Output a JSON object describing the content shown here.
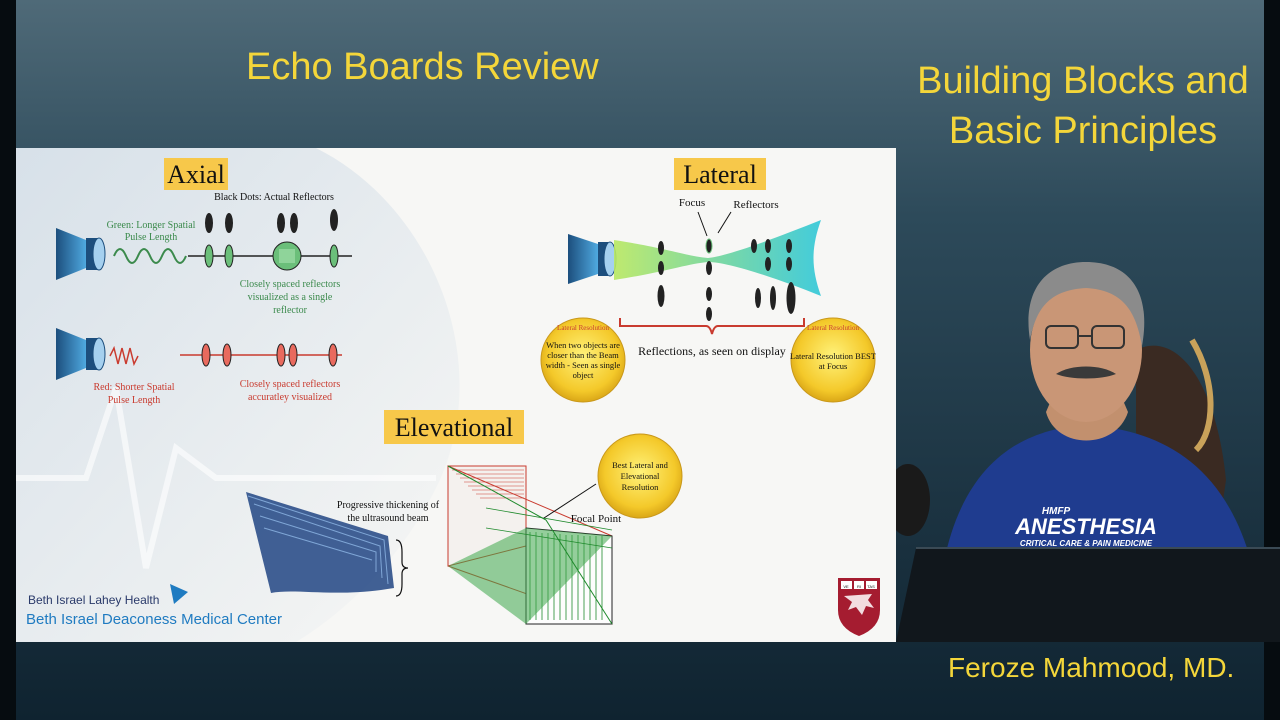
{
  "header": {
    "title": "Echo Boards Review",
    "subtitle_line1": "Building Blocks and",
    "subtitle_line2": "Basic Principles"
  },
  "presenter": {
    "name": "Feroze Mahmood, MD.",
    "shirt_line1": "HMFP",
    "shirt_line2": "ANESTHESIA",
    "shirt_line3": "CRITICAL CARE & PAIN MEDICINE"
  },
  "slide": {
    "axial": {
      "heading": "Axial",
      "black_dots_label": "Black Dots: Actual Reflectors",
      "green_label_1": "Green: Longer Spatial",
      "green_label_2": "Pulse Length",
      "green_note_1": "Closely spaced reflectors",
      "green_note_2": "visualized as a single",
      "green_note_3": "reflector",
      "red_label_1": "Red: Shorter Spatial",
      "red_label_2": "Pulse Length",
      "red_note_1": "Closely spaced reflectors",
      "red_note_2": "accuratley visualized"
    },
    "lateral": {
      "heading": "Lateral",
      "focus_label": "Focus",
      "reflectors_label": "Reflectors",
      "display_label": "Reflections, as seen on display",
      "badge_left_title": "Lateral Resolution",
      "badge_left_1": "When two objects are",
      "badge_left_2": "closer than the Beam",
      "badge_left_3": "width - Seen as single",
      "badge_left_4": "object",
      "badge_right_title": "Lateral Resolution",
      "badge_right_1": "Lateral Resolution BEST",
      "badge_right_2": "at Focus"
    },
    "elevational": {
      "heading": "Elevational",
      "thickening_1": "Progressive thickening of",
      "thickening_2": "the ultrasound beam",
      "badge_1": "Best Lateral and",
      "badge_2": "Elevational",
      "badge_3": "Resolution",
      "focal_label": "Focal Point"
    },
    "logo": {
      "line1": "Beth Israel Lahey Health",
      "line2": "Beth Israel Deaconess Medical Center"
    },
    "shield_letters": [
      "VE",
      "RI",
      "TAS"
    ]
  },
  "colors": {
    "heading_yellow": "#f4d63a",
    "green": "#3b8a4c",
    "red": "#c93b2f",
    "logo_blue": "#1f7bc1"
  }
}
